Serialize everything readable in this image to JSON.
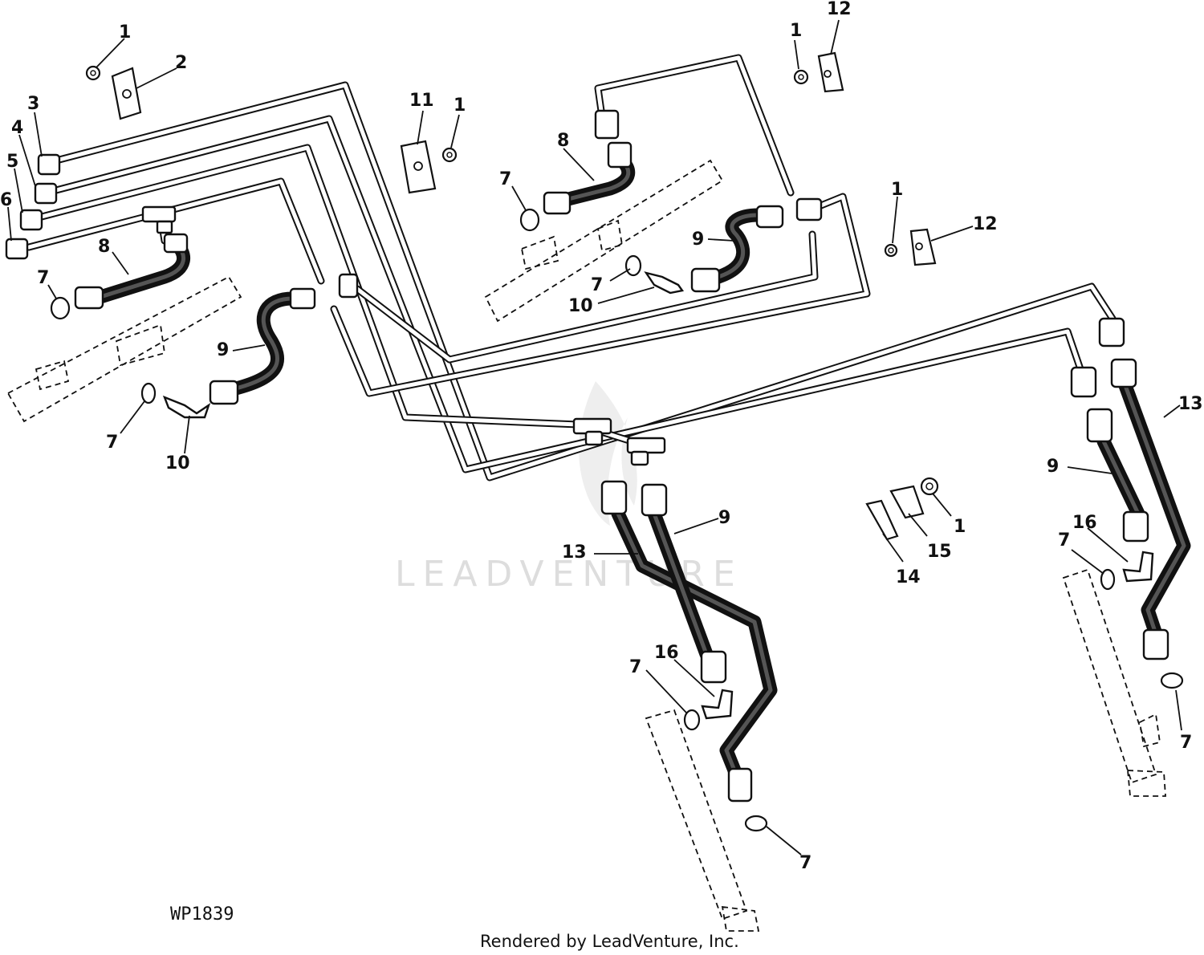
{
  "diagram": {
    "drawing_code": "WP1839",
    "credit": "Rendered by LeadVenture, Inc.",
    "watermark": "LEADVENTURE",
    "callouts": [
      "1",
      "2",
      "3",
      "4",
      "5",
      "6",
      "7",
      "8",
      "9",
      "10",
      "11",
      "12",
      "13",
      "14",
      "15",
      "16"
    ]
  }
}
